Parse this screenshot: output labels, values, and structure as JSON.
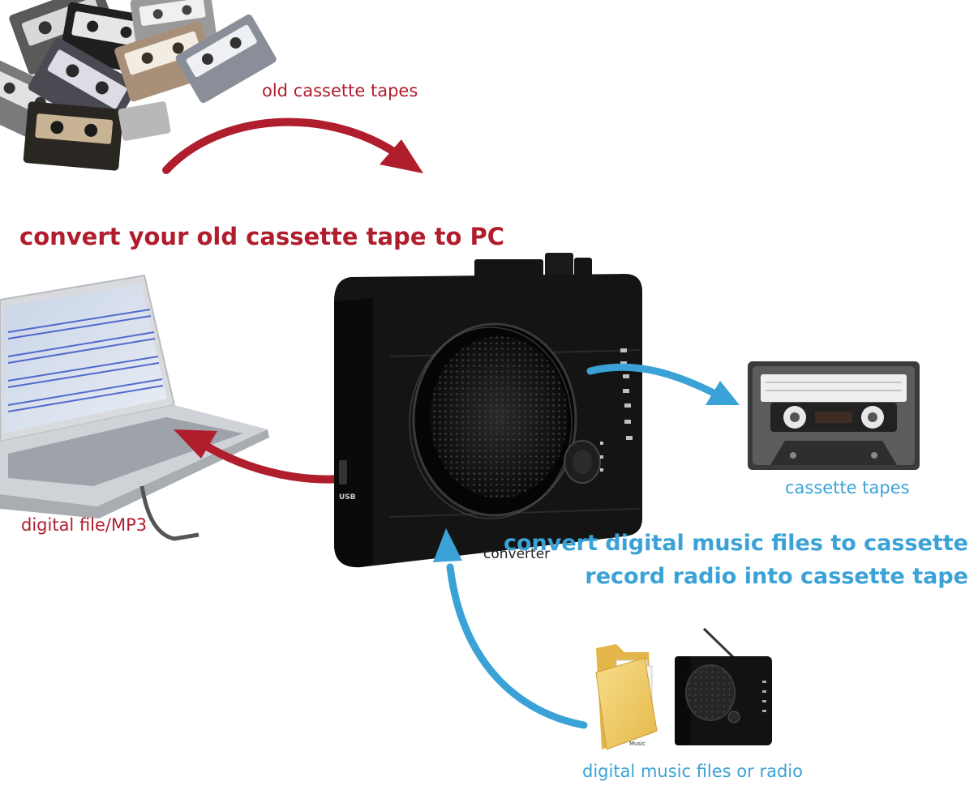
{
  "labels": {
    "old_tapes": "old cassette tapes",
    "convert_pc": "convert your old cassette tape to PC",
    "digital_file": "digital file/MP3",
    "converter": "converter",
    "cassette_tapes": "cassette tapes",
    "convert_digital": "convert digital music files to cassette",
    "record_radio": "record radio into cassette tape",
    "digital_music": "digital music files or radio",
    "usb_port": "USB",
    "folder_caption": "Music"
  },
  "colors": {
    "red_accent": "#b01e2e",
    "blue_accent": "#3aa2d6",
    "device_body": "#141414"
  }
}
